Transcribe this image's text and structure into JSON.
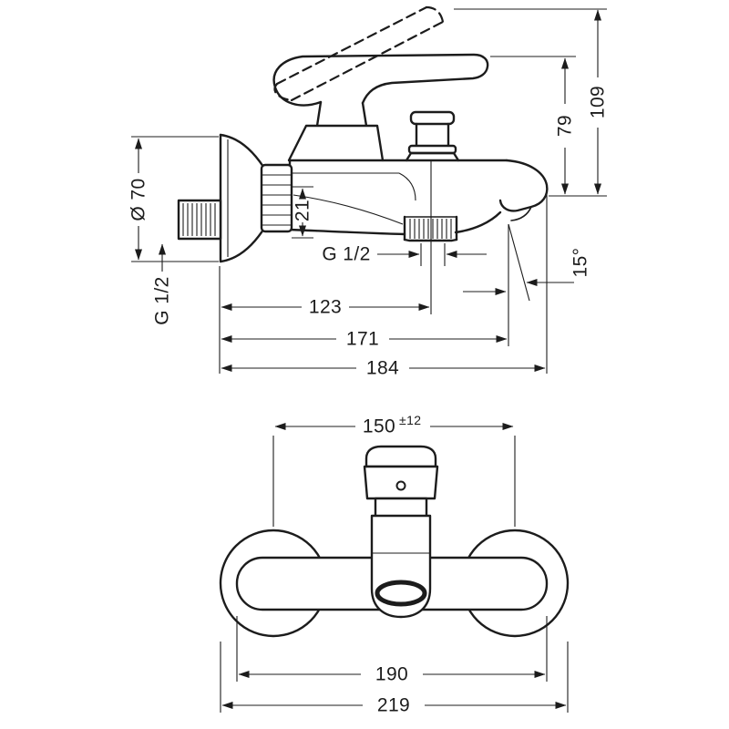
{
  "canvas": {
    "background": "#ffffff",
    "ink": "#1c1c1c"
  },
  "side_view": {
    "dim_total_height": "109",
    "dim_handle_height": "79",
    "dim_escutcheon_diameter": "Ø 70",
    "dim_inlet_thread": "G 1/2",
    "dim_outlet_drop": "21",
    "dim_outlet_thread": "G 1/2",
    "dim_depth_aerator": "123",
    "dim_depth_spout": "171",
    "dim_depth_total": "184",
    "dim_spout_angle": "15°"
  },
  "front_view": {
    "dim_hole_distance": "150",
    "dim_hole_distance_tolerance": "±12",
    "dim_body_width": "190",
    "dim_overall_width": "219"
  }
}
